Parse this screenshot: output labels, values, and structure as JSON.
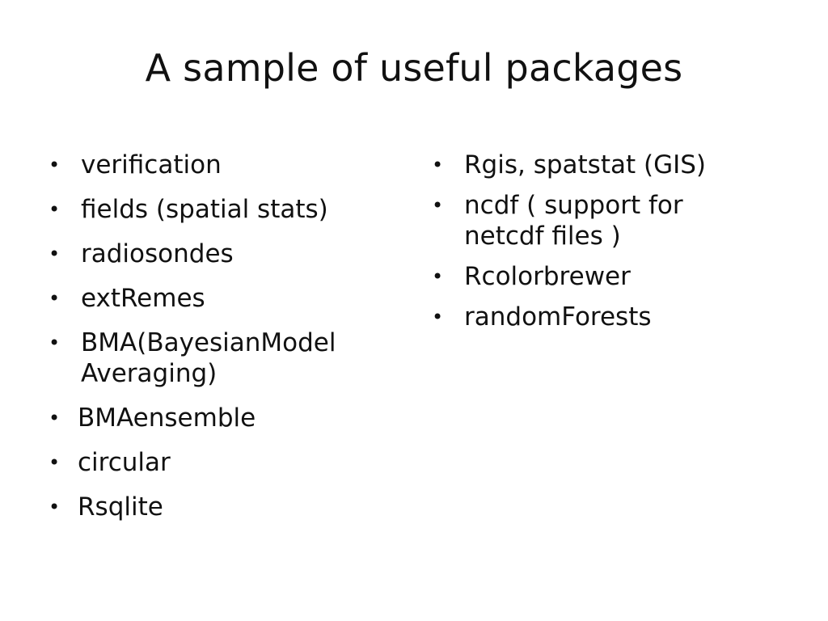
{
  "slide": {
    "title": "A sample of useful packages",
    "left_items": [
      "verification",
      "fields (spatial stats)",
      "radiosondes",
      "extRemes",
      "BMA(BayesianModel Averaging)",
      "BMAensemble",
      "circular",
      "Rsqlite"
    ],
    "right_items": [
      "Rgis, spatstat (GIS)",
      "ncdf ( support for netcdf files )",
      "Rcolorbrewer",
      "randomForests"
    ],
    "bullet_glyph": "•"
  }
}
